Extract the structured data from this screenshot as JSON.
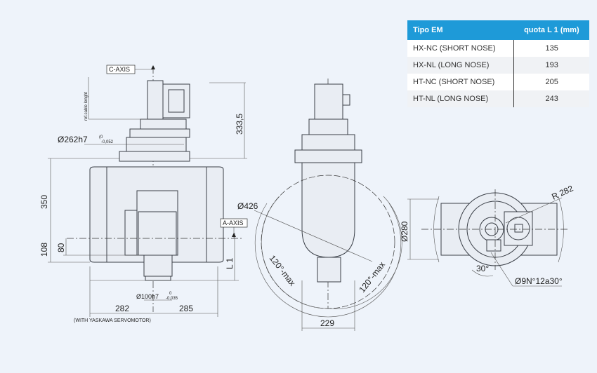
{
  "table": {
    "headers": [
      "Tipo EM",
      "quota  L 1 (mm)"
    ],
    "rows": [
      {
        "type": "HX-NC (SHORT NOSE)",
        "l1": "135"
      },
      {
        "type": "HX-NL (LONG NOSE)",
        "l1": "193"
      },
      {
        "type": "HT-NC (SHORT NOSE)",
        "l1": "205"
      },
      {
        "type": "HT-NL (LONG NOSE)",
        "l1": "243"
      }
    ]
  },
  "front_view": {
    "c_axis": "C-AXIS",
    "a_axis": "A-AXIS",
    "cable": "ref.cable lenght",
    "height_top": "333,5",
    "flange_dia": "Ø262h7",
    "flange_tol_upper": "0",
    "flange_tol_lower": "-0,052",
    "height_body": "350",
    "dim_108": "108",
    "dim_80": "80",
    "l1": "L 1",
    "nose_dia": "Ø100h7",
    "nose_tol_upper": "0",
    "nose_tol_lower": "-0,035",
    "left_width": "282",
    "right_width": "285",
    "note": "(WITH YASKAWA SERVOMOTOR)"
  },
  "side_view": {
    "swing_dia": "Ø426",
    "left_angle": "120°-max",
    "right_angle": "120°-max",
    "width": "229"
  },
  "top_view": {
    "dia": "Ø280",
    "radius": "R 282",
    "angle": "30°",
    "holes": "Ø9N°12a30°"
  }
}
